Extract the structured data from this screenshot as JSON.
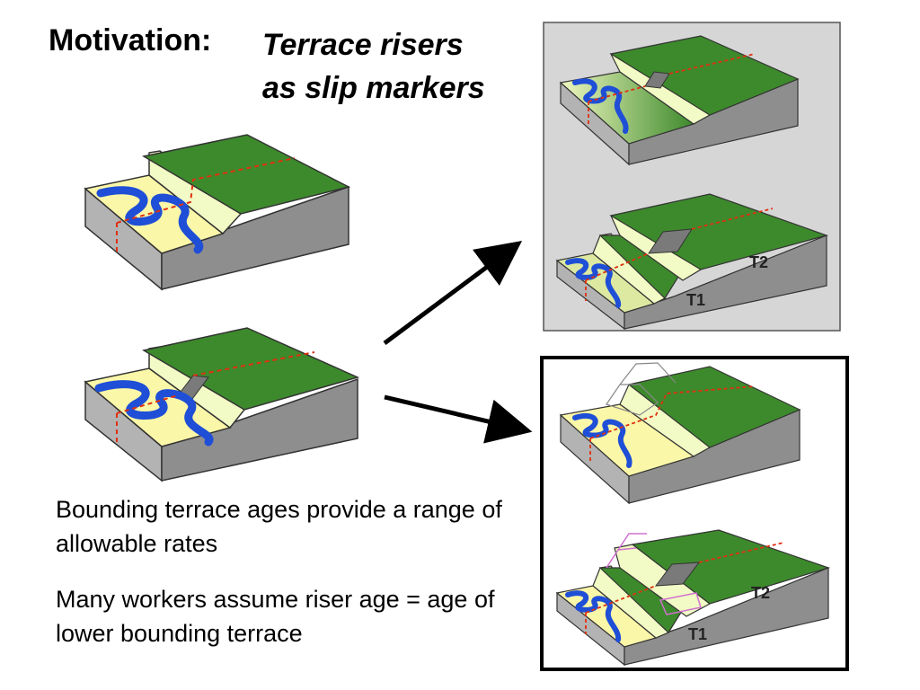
{
  "slide": {
    "title_label": "Motivation:",
    "title_line1": "Terrace risers",
    "title_line2": "as slip markers",
    "paragraph1": "Bounding terrace ages provide a range of allowable rates",
    "paragraph2": "Many workers assume riser age = age of lower bounding terrace"
  },
  "panels": {
    "top_right": {
      "lower_label": "T1",
      "upper_label": "T2"
    },
    "bottom_right": {
      "lower_label": "T1",
      "upper_label": "T2"
    }
  },
  "colors": {
    "upper_terrace": "#3d8a2c",
    "riser": "#f2fbc5",
    "floodplain": "#fbf7a8",
    "block_side": "#8e8e8e",
    "block_front": "#b3b3b3",
    "river": "#1f4fd6",
    "fault": "#e03010",
    "panel_bg": "#d6d6d6"
  }
}
